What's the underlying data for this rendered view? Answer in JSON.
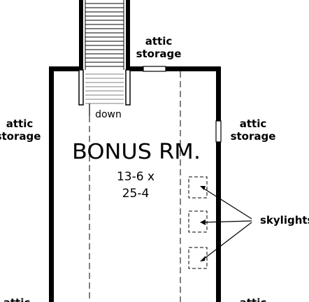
{
  "labels": {
    "attic_top_line1": "attic",
    "attic_top_line2": "storage",
    "attic_left_line1": "attic",
    "attic_left_line2": "storage",
    "attic_right_line1": "attic",
    "attic_right_line2": "storage",
    "attic_bottom_left": "attic",
    "attic_bottom_right": "attic",
    "stair_direction": "down",
    "skylights": "skylights"
  },
  "room": {
    "name": "BONUS RM.",
    "dim_line1": "13-6 x",
    "dim_line2": "25-4"
  },
  "colors": {
    "wall": "#000000",
    "background": "#ffffff"
  }
}
